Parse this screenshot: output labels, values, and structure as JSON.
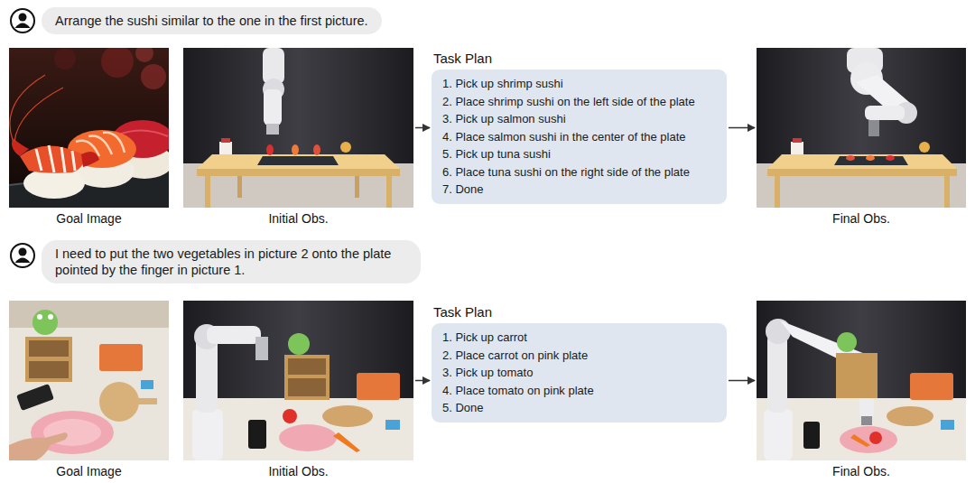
{
  "diagram": {
    "nodes": [
      {
        "text": [
          "Arrange the sushi similar to the one in the first picture."
        ]
      },
      {
        "text": [
          "Goal Image"
        ]
      },
      {
        "text": [
          "Initial Obs."
        ]
      },
      {
        "text": [
          "Task Plan",
          "1. Pick up shrimp sushi",
          "2. Place shrimp sushi on the left side of the plate",
          "3. Pick up salmon sushi",
          "4. Place salmon sushi in the center of the plate",
          "5. Pick up tuna sushi",
          "6. Place tuna sushi on the right side of the plate",
          "7. Done"
        ]
      },
      {
        "text": [
          "Final Obs."
        ]
      },
      {
        "text": [
          "I need to put the two vegetables in picture 2 onto the plate pointed by the finger in picture 1."
        ]
      },
      {
        "text": [
          "Goal Image"
        ]
      },
      {
        "text": [
          "Initial Obs."
        ]
      },
      {
        "text": [
          "Task Plan",
          "1. Pick up carrot",
          "2. Place carrot on pink plate",
          "3. Pick up tomato",
          "4. Place tomato on pink plate",
          "5. Done"
        ]
      },
      {
        "text": [
          "Final Obs."
        ]
      }
    ],
    "edges": [
      {
        "from": 2,
        "to": 3,
        "arrow": "to"
      },
      {
        "from": 3,
        "to": 4,
        "arrow": "to"
      },
      {
        "from": 7,
        "to": 8,
        "arrow": "to"
      },
      {
        "from": 8,
        "to": 9,
        "arrow": "to"
      }
    ]
  }
}
